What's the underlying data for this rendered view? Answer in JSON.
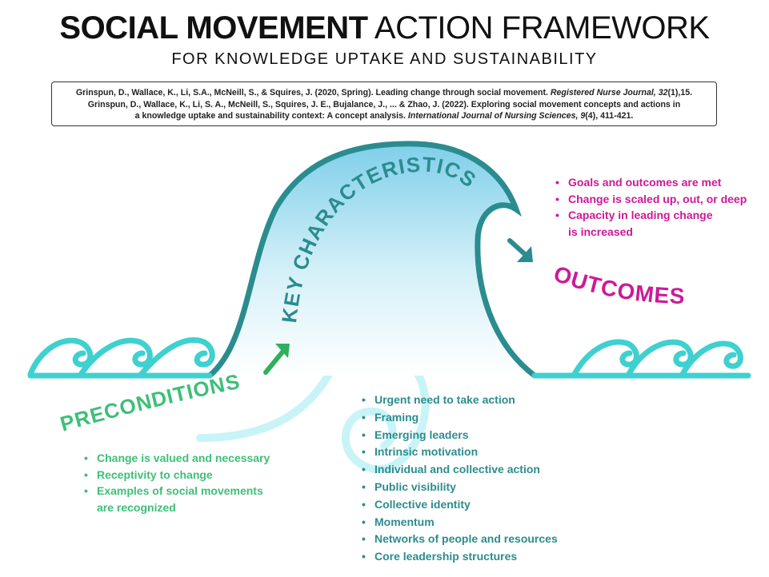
{
  "header": {
    "title_bold": "SOCIAL MOVEMENT",
    "title_light": "ACTION FRAMEWORK",
    "subtitle": "FOR KNOWLEDGE UPTAKE AND SUSTAINABILITY"
  },
  "references": {
    "ref1_pre": "Grinspun, D., Wallace, K., Li, S.A., McNeill, S., & Squires, J. (2020, Spring). Leading change through social movement. ",
    "ref1_journal": "Registered Nurse Journal, 32",
    "ref1_post": "(1),15.",
    "ref2_line1": "Grinspun, D., Wallace, K., Li, S. A., McNeill, S., Squires, J. E., Bujalance, J., ... & Zhao, J. (2022). Exploring social movement concepts and actions in",
    "ref2_line2_pre": "a knowledge uptake and sustainability context: A concept analysis. ",
    "ref2_journal": "International Journal of Nursing Sciences, 9",
    "ref2_post": "(4), 411-421."
  },
  "stages": {
    "preconditions": "PRECONDITIONS",
    "key_characteristics": "KEY CHARACTERISTICS",
    "outcomes": "OUTCOMES"
  },
  "outcomes_list": {
    "item1": "Goals and outcomes are met",
    "item2": "Change is scaled up, out, or deep",
    "item3_line1": "Capacity in leading change",
    "item3_line2": "is increased"
  },
  "preconditions_list": {
    "item1": "Change is valued and necessary",
    "item2": "Receptivity to change",
    "item3_line1": "Examples of social movements",
    "item3_line2": "are recognized"
  },
  "key_list": [
    "Urgent need to take action",
    "Framing",
    "Emerging leaders",
    "Intrinsic motivation",
    "Individual and collective action",
    "Public visibility",
    "Collective identity",
    "Momentum",
    "Networks of people and resources",
    "Core leadership structures"
  ],
  "colors": {
    "dark_teal": "#2a8c8e",
    "light_cyan": "#3fd0d0",
    "green": "#3dbf78",
    "magenta": "#cc1a97",
    "wave_fill_top": "#8fd3ea",
    "wave_fill_bottom": "#ffffff",
    "spiral": "#c9f4f7"
  },
  "icons": {
    "preconditions_arrow": "arrow-up-right-icon",
    "outcomes_arrow": "arrow-down-right-icon"
  }
}
